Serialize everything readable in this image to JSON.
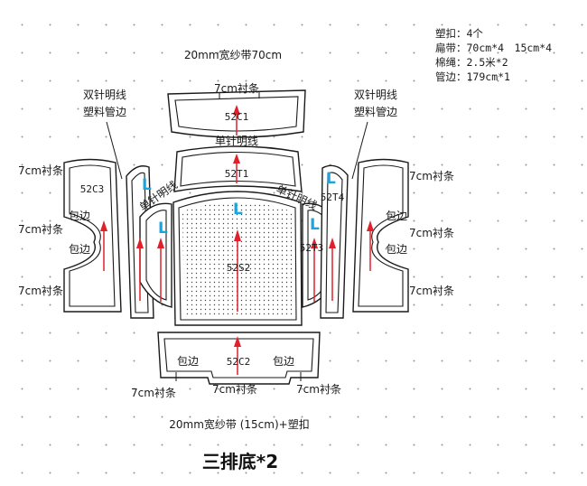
{
  "title": "三排底*2",
  "specs": [
    "塑扣：4个",
    "扁带：70cm*4　15cm*4",
    "棉绳：2.5米*2",
    "管边：179cm*1"
  ],
  "labels": {
    "top_tape": "20mm宽纱带70cm",
    "bottom_tape": "20mm宽纱带 (15cm)+塑扣",
    "strip_7cm": "7cm衬条",
    "double_needle": "双针明线",
    "plastic_piping": "塑料管边",
    "single_needle": "单针明线",
    "wrap_edge": "包边",
    "l_mark": "L"
  },
  "pieces": {
    "c1": "52C1",
    "t1": "52T1",
    "s2": "52S2",
    "c2": "52C2",
    "c3": "52C3",
    "t4": "52T4",
    "t3": "52T3"
  },
  "colors": {
    "arrow": "#e0202a",
    "mark": "#19a6e0",
    "line": "#1a1a1a"
  }
}
